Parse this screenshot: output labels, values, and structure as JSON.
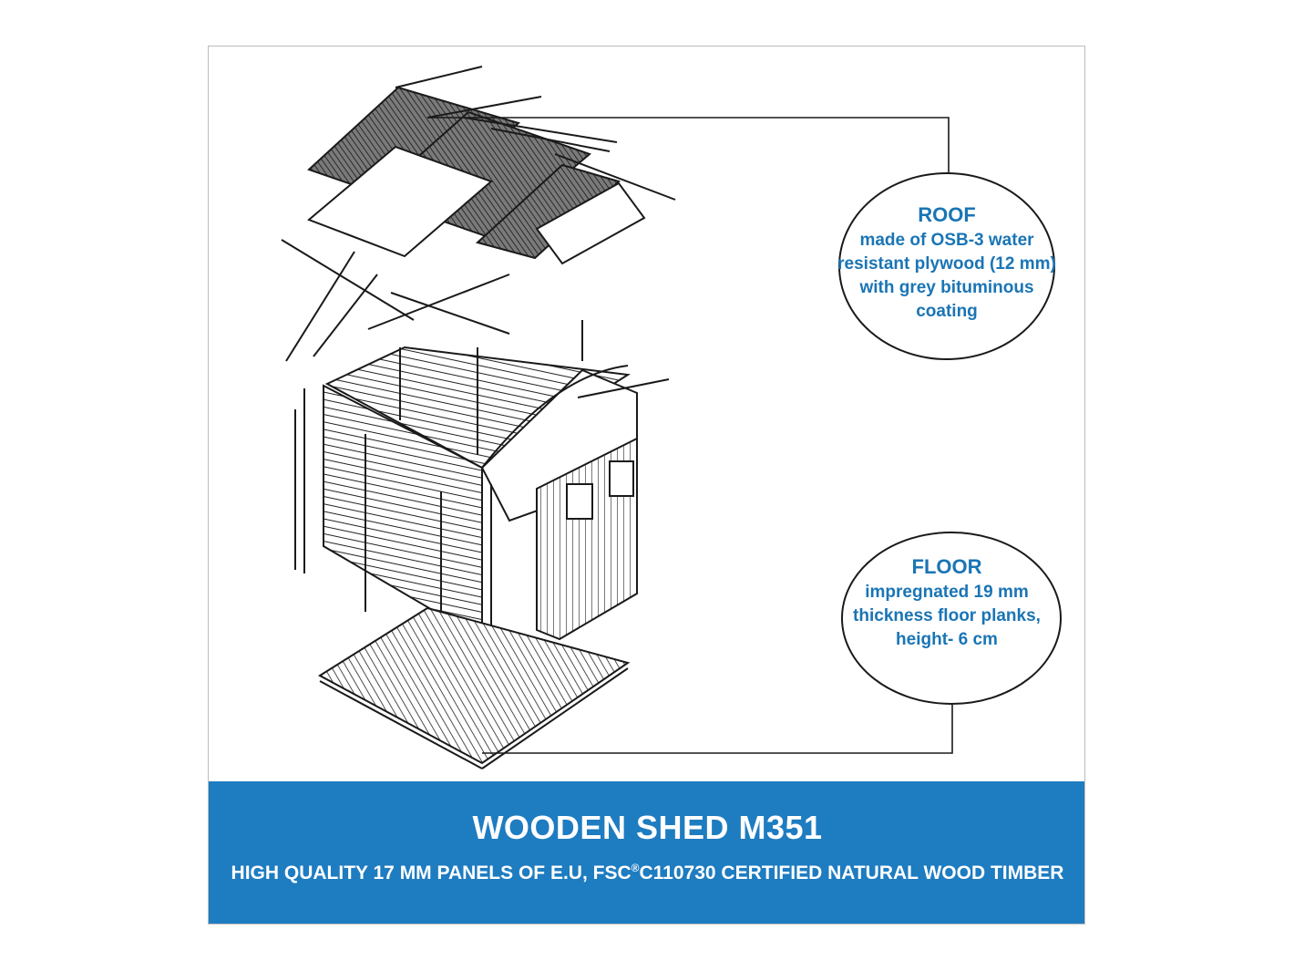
{
  "product": {
    "title": "WOODEN SHED M351",
    "subtitle_before": "HIGH QUALITY 17 MM PANELS OF E.U, FSC",
    "subtitle_mark": "®",
    "subtitle_after": "C110730 CERTIFIED NATURAL WOOD TIMBER"
  },
  "callouts": {
    "roof": {
      "title": "ROOF",
      "text": "made of OSB-3 water\nresistant plywood (12 mm)\nwith grey bituminous\ncoating"
    },
    "floor": {
      "title": "FLOOR",
      "text": "impregnated 19 mm\nthickness floor planks,\nheight- 6 cm"
    }
  },
  "colors": {
    "accent": "#1a75b5",
    "banner": "#1e7cc1",
    "line": "#1a1a1a"
  }
}
